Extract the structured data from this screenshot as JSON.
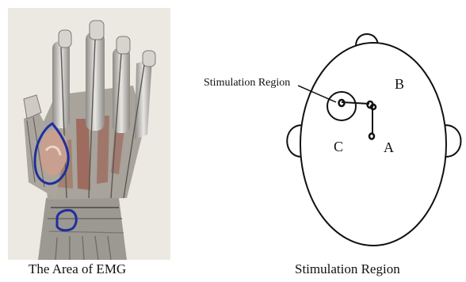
{
  "left_panel": {
    "caption": "The Area of EMG",
    "outline_color": "#1f2fa0"
  },
  "right_panel": {
    "caption": "Stimulation Region",
    "callout_label": "Stimulation Region",
    "points": [
      "A",
      "B",
      "C"
    ]
  }
}
